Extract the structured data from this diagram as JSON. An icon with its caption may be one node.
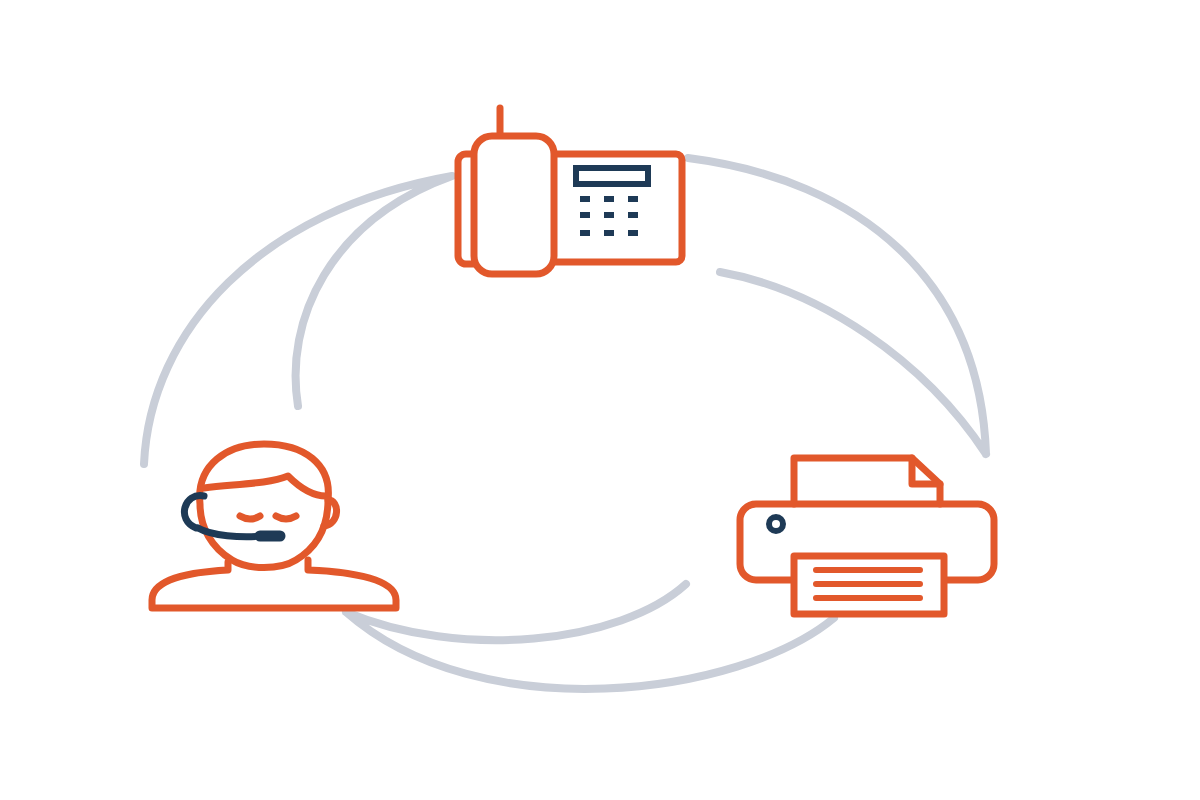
{
  "diagram": {
    "nodes": [
      {
        "text": [],
        "shape": "picture"
      },
      {
        "text": [],
        "shape": "picture"
      },
      {
        "text": [],
        "shape": "picture"
      }
    ],
    "edges": [
      {
        "from": 0,
        "to": 2,
        "arrow": "none"
      },
      {
        "from": 2,
        "to": 1,
        "arrow": "none"
      },
      {
        "from": 1,
        "to": 0,
        "arrow": "none"
      }
    ]
  }
}
